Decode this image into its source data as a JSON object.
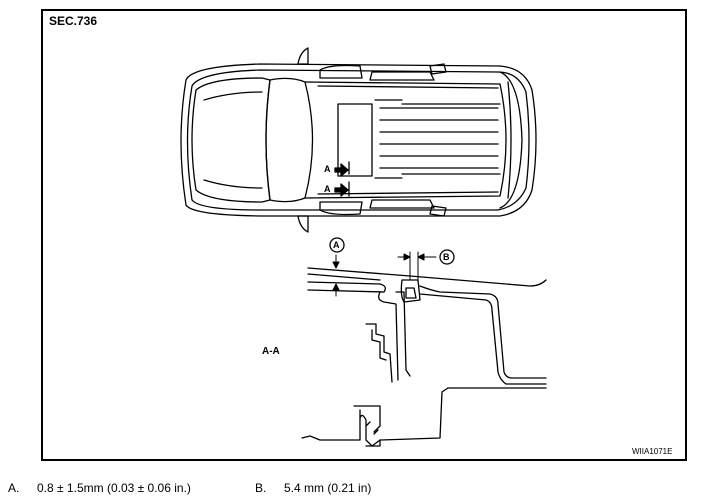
{
  "section": "SEC.736",
  "section_view_label": "A-A",
  "arrow_label": "A",
  "callouts": {
    "a": "A",
    "b": "B"
  },
  "figure_code": "WIIA1071E",
  "legend": [
    {
      "key": "A.",
      "text": "0.8 ± 1.5mm (0.03 ± 0.06 in.)"
    },
    {
      "key": "B.",
      "text": "5.4 mm (0.21 in)"
    }
  ]
}
